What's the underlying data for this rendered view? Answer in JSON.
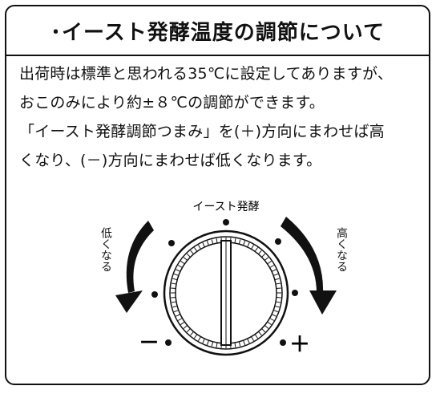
{
  "title": "･イースト発酵温度の調節について",
  "paragraph": [
    "出荷時は標準と思われる35℃に設定してありますが、",
    "おこのみにより約±８℃の調節ができます。",
    "「イースト発酵調節つまみ」を(＋)方向にまわせば高",
    "くなり、(－)方向にまわせば低くなります。"
  ],
  "dial": {
    "top_label": "イースト発酵",
    "left_label": "低くなる",
    "right_label": "高くなる",
    "minus_symbol": "－",
    "plus_symbol": "＋"
  }
}
